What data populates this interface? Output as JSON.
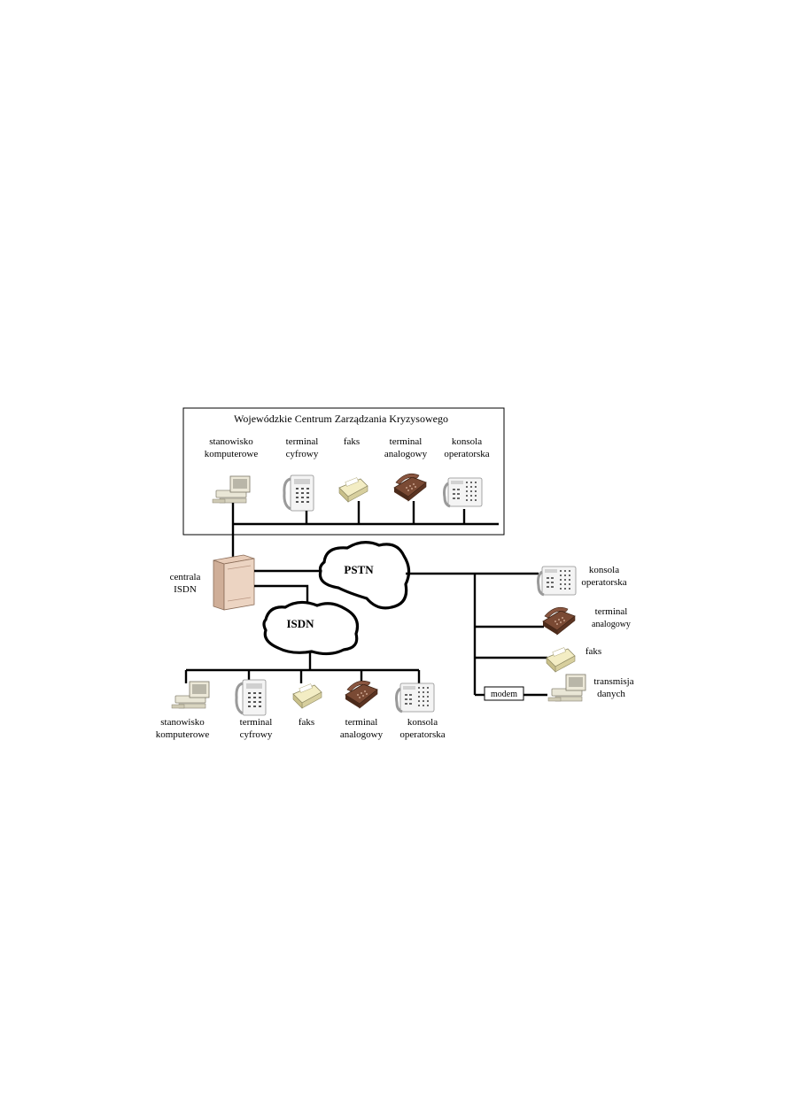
{
  "box_title": "Wojewódzkie Centrum Zarządzania Kryzysowego",
  "top_devices": {
    "computer": [
      "stanowisko",
      "komputerowe"
    ],
    "digital_terminal": [
      "terminal",
      "cyfrowy"
    ],
    "fax": [
      "faks"
    ],
    "analog_terminal": [
      "terminal",
      "analogowy"
    ],
    "operator_console": [
      "konsola",
      "operatorska"
    ]
  },
  "pbx": [
    "centrala",
    "ISDN"
  ],
  "clouds": {
    "pstn": "PSTN",
    "isdn": "ISDN"
  },
  "bottom_devices": {
    "computer": [
      "stanowisko",
      "komputerowe"
    ],
    "digital_terminal": [
      "terminal",
      "cyfrowy"
    ],
    "fax": [
      "faks"
    ],
    "analog_terminal": [
      "terminal",
      "analogowy"
    ],
    "operator_console": [
      "konsola",
      "operatorska"
    ]
  },
  "right_devices": {
    "operator_console": [
      "konsola",
      "operatorska"
    ],
    "analog_terminal": [
      "terminal",
      "analogowy"
    ],
    "fax": [
      "faks"
    ],
    "data_transmission": [
      "transmisja",
      "danych"
    ]
  },
  "modem": "modem",
  "icons": [
    "computer-icon",
    "digital-phone-icon",
    "fax-icon",
    "analog-phone-icon",
    "console-phone-icon",
    "pbx-cabinet-icon"
  ]
}
